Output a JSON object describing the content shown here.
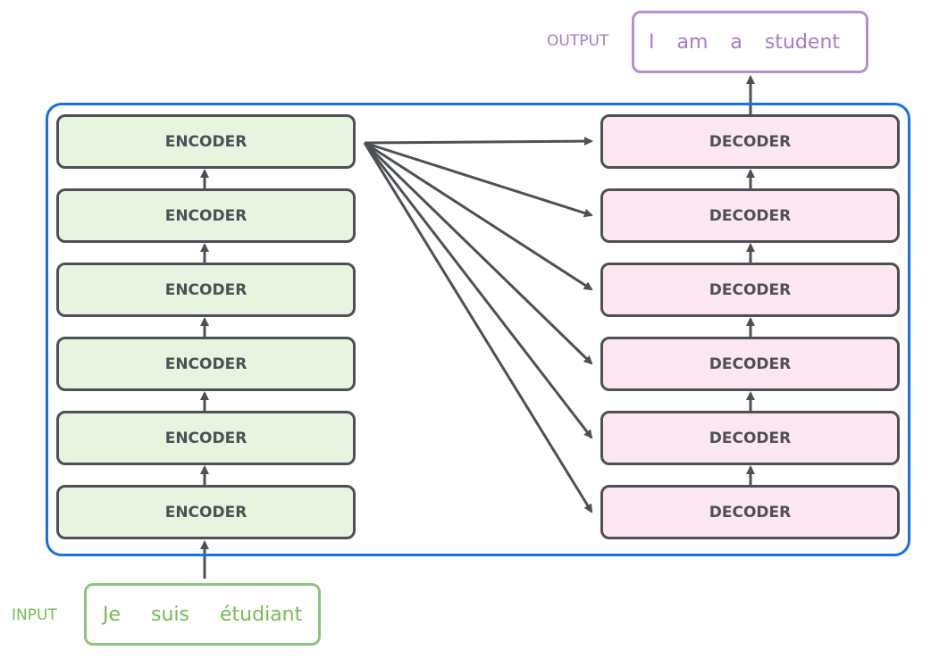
{
  "encoders": [
    "ENCODER",
    "ENCODER",
    "ENCODER",
    "ENCODER",
    "ENCODER",
    "ENCODER"
  ],
  "decoders": [
    "DECODER",
    "DECODER",
    "DECODER",
    "DECODER",
    "DECODER",
    "DECODER"
  ],
  "input": {
    "label": "INPUT",
    "words": [
      "Je",
      "suis",
      "étudiant"
    ]
  },
  "output": {
    "label": "OUTPUT",
    "words": [
      "I",
      "am",
      "a",
      "student"
    ]
  },
  "colors": {
    "frame": "#1a6ee6",
    "box_border": "#4d5156",
    "encoder_fill": "#e8f3e0",
    "decoder_fill": "#fce6ef",
    "input_text": "#76bb52",
    "input_border": "#8bc57d",
    "output_text": "#a57bd2",
    "output_border": "#b48fd6",
    "arrow": "#4d5156"
  }
}
